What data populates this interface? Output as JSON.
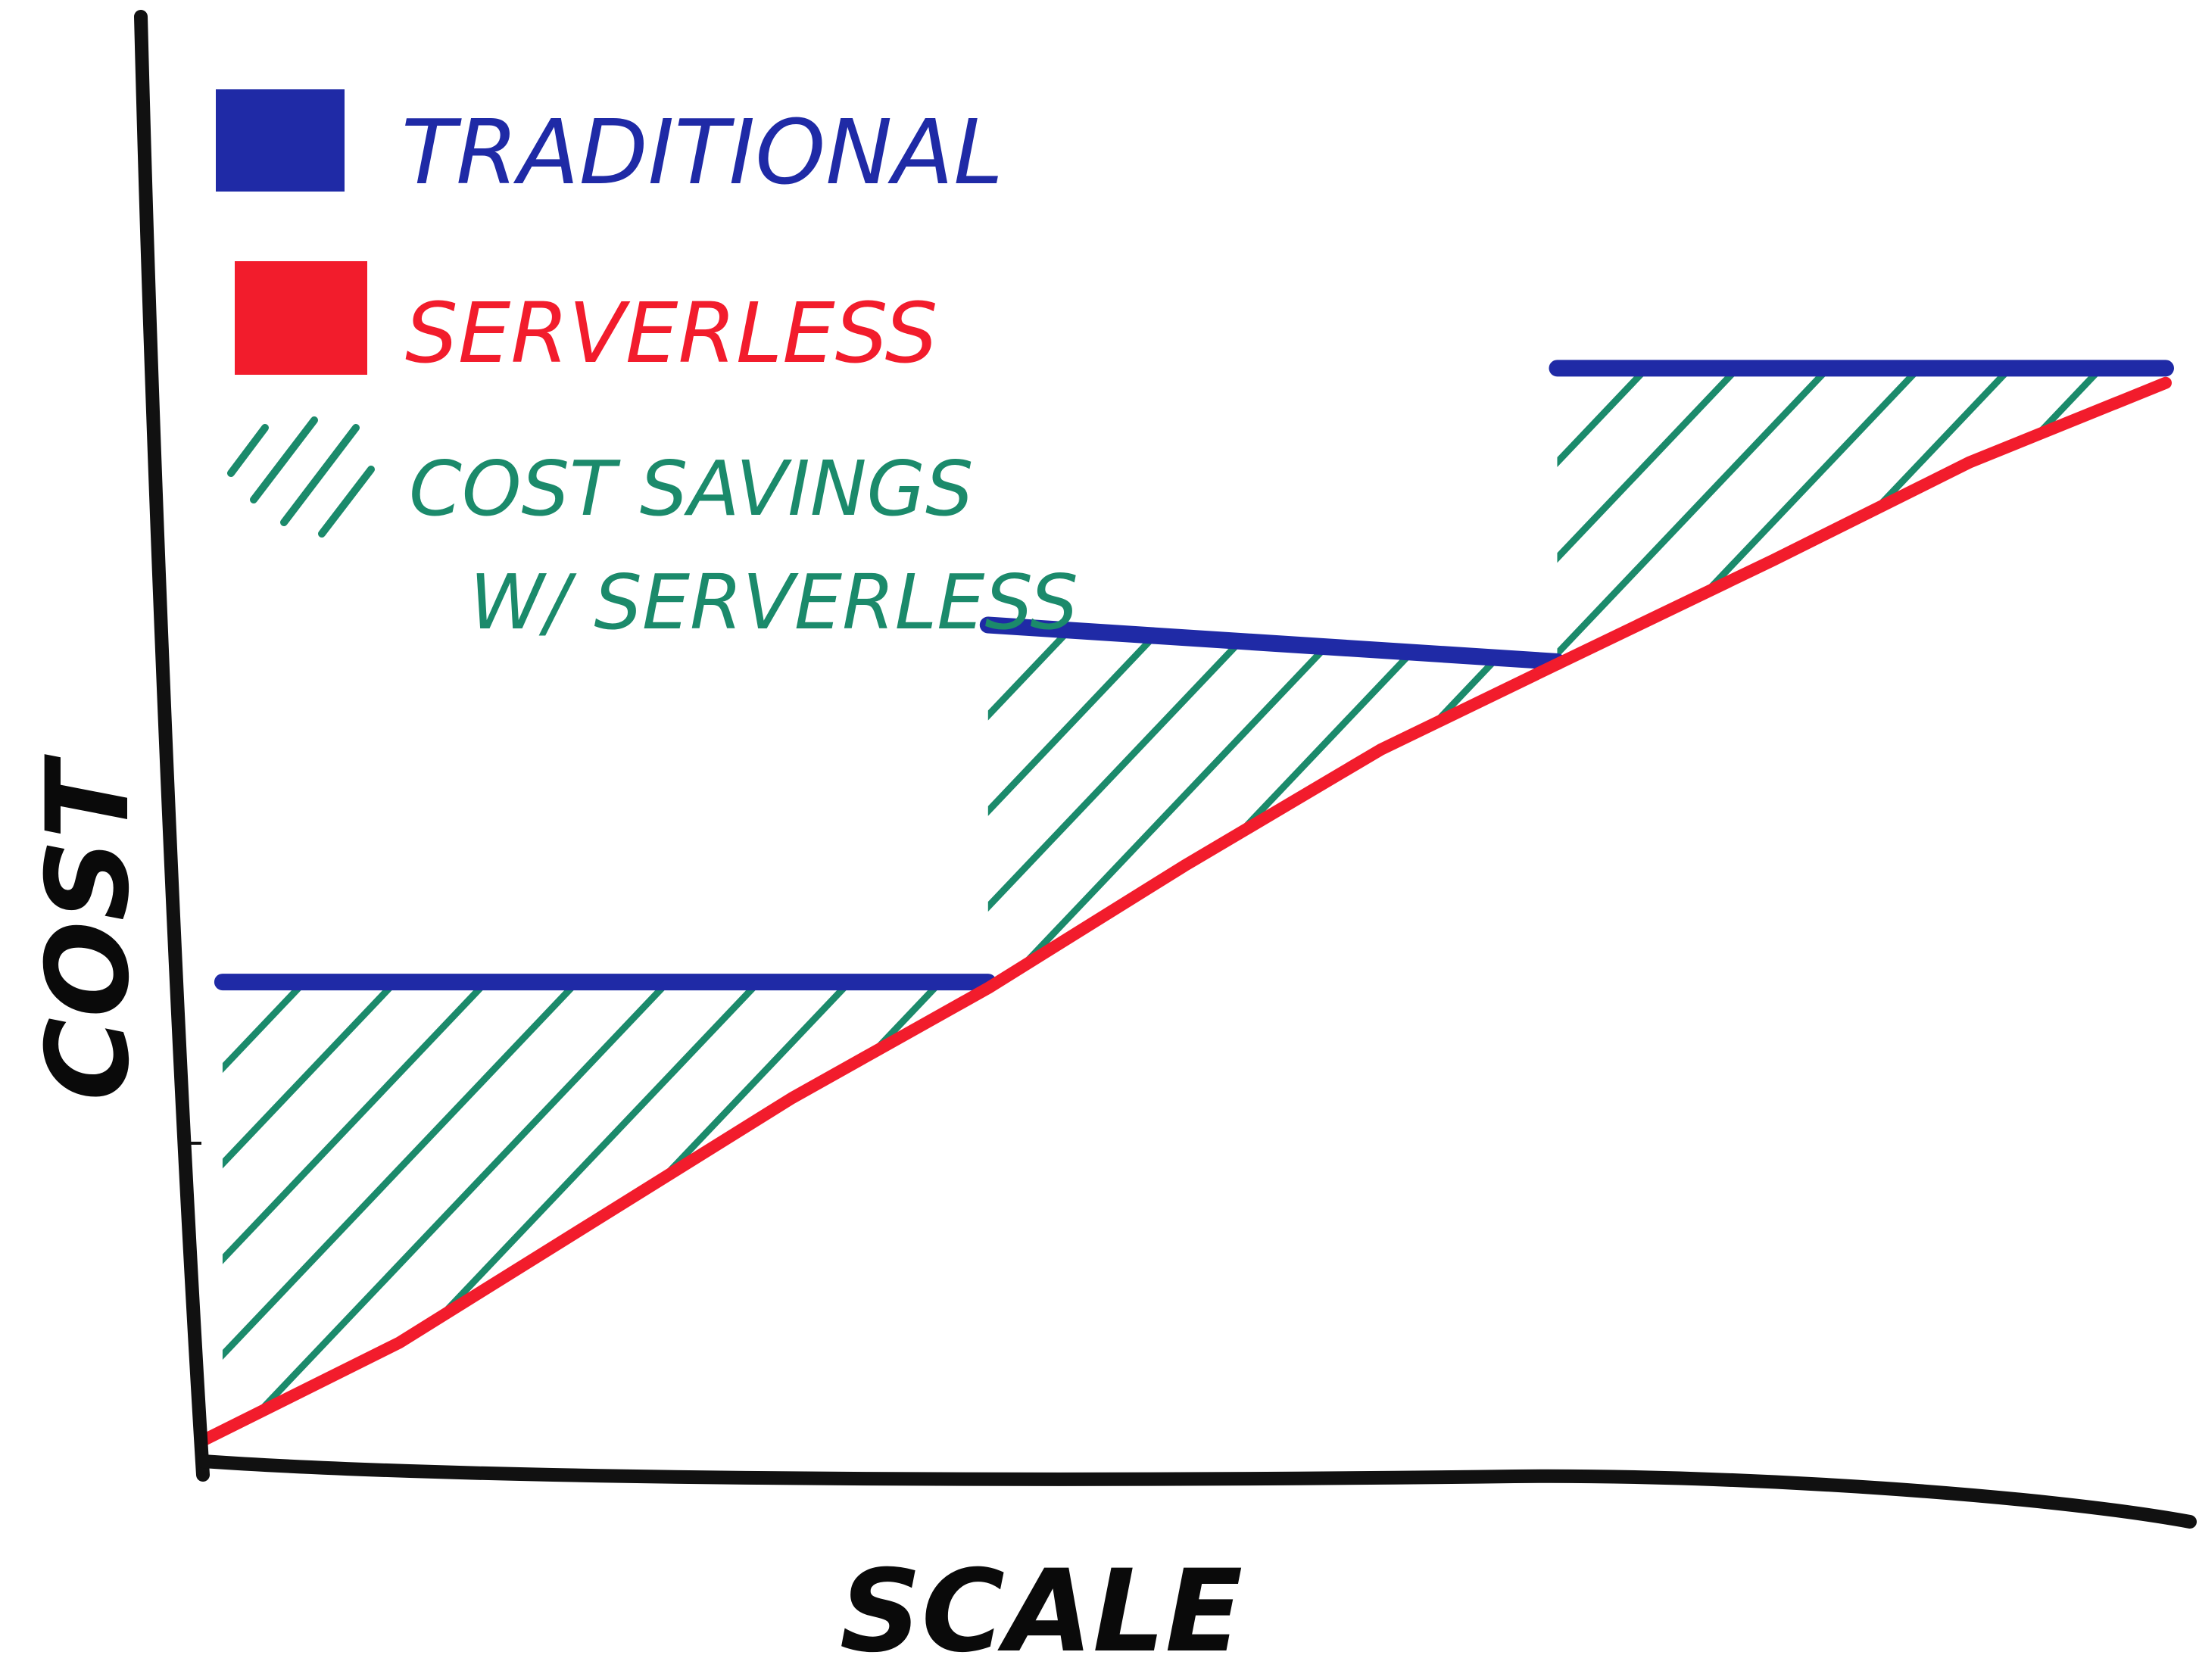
{
  "chart_data": {
    "type": "line",
    "xlabel": "SCALE",
    "ylabel": "COST",
    "xlim": [
      0,
      100
    ],
    "ylim": [
      0,
      100
    ],
    "grid": false,
    "legend_position": "top-left",
    "series": [
      {
        "name": "TRADITIONAL",
        "color": "#1f2aa6",
        "style": "step",
        "segments": [
          {
            "x": [
              1,
              40
            ],
            "y": [
              39.5,
              39.5
            ]
          },
          {
            "x": [
              40,
              69
            ],
            "y": [
              68.7,
              65.7
            ]
          },
          {
            "x": [
              69,
              100
            ],
            "y": [
              89.7,
              89.7
            ]
          }
        ]
      },
      {
        "name": "SERVERLESS",
        "color": "#f21c2c",
        "style": "line",
        "x": [
          0,
          10,
          20,
          30,
          40,
          50,
          60,
          69,
          80,
          90,
          100
        ],
        "y": [
          2.0,
          10.0,
          20.0,
          30.0,
          39.0,
          49.0,
          58.5,
          65.5,
          74.0,
          82.0,
          88.5
        ]
      }
    ],
    "annotations": [
      {
        "type": "hatched-area",
        "name": "COST SAVINGS W/ SERVERLESS",
        "color": "#1b8a6b"
      }
    ],
    "legend": [
      {
        "label": "TRADITIONAL",
        "color": "#1f2aa6",
        "swatch": "solid"
      },
      {
        "label": "SERVERLESS",
        "color": "#f21c2c",
        "swatch": "solid"
      },
      {
        "label_line1": "COST SAVINGS",
        "label_line2": "W/ SERVERLESS",
        "color": "#1b8a6b",
        "swatch": "hatched"
      }
    ]
  }
}
